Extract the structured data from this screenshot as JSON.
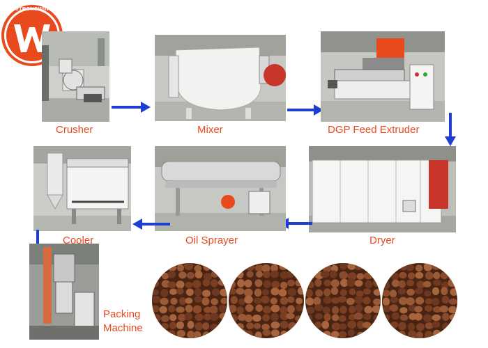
{
  "logo": {
    "text": "STRONGWIN",
    "letter": "W",
    "color": "#e8491d"
  },
  "stages": [
    {
      "id": "crusher",
      "label": "Crusher"
    },
    {
      "id": "mixer",
      "label": "Mixer"
    },
    {
      "id": "extruder",
      "label": "DGP Feed Extruder"
    },
    {
      "id": "dryer",
      "label": "Dryer"
    },
    {
      "id": "oil-sprayer",
      "label": "Oil Sprayer"
    },
    {
      "id": "cooler",
      "label": "Cooler"
    },
    {
      "id": "packing",
      "label": "Packing\nMachine"
    }
  ],
  "colors": {
    "label": "#e8491d",
    "arrow": "#1f3fd1",
    "pellet": "#8a4a2c"
  }
}
